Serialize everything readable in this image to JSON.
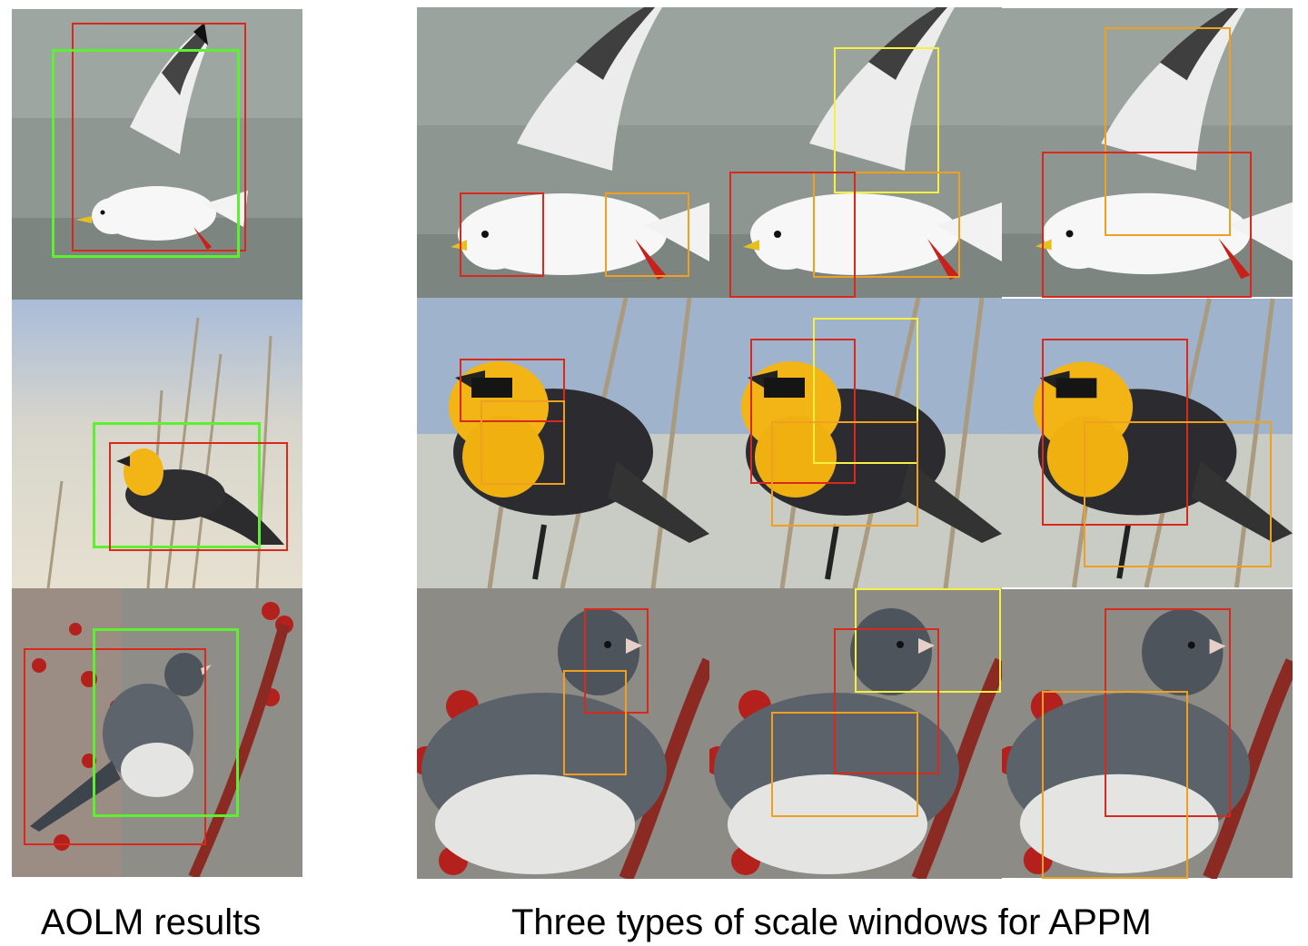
{
  "captions": {
    "left": "AOLM results",
    "right": "Three types of scale windows for APPM"
  },
  "colors": {
    "aolm_box": "#5cf030",
    "red_window": "#d9281c",
    "orange_window": "#f0a020",
    "yellow_window": "#f8f040"
  },
  "birds": [
    "gull",
    "yellow-headed-blackbird",
    "dark-eyed-junco"
  ],
  "aolm_colors": [
    "red",
    "green"
  ],
  "appm_window_types": [
    "red",
    "orange",
    "yellow"
  ]
}
